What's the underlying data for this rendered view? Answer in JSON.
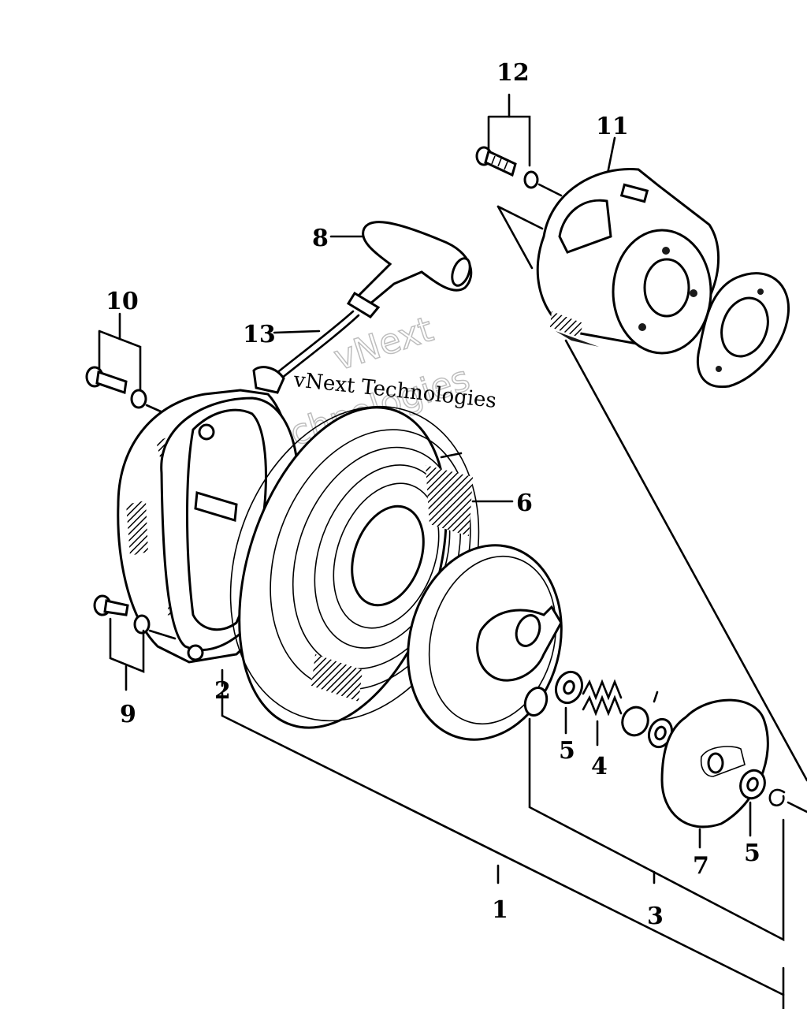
{
  "labels": {
    "l1": "1",
    "l2": "2",
    "l3": "3",
    "l4": "4",
    "l5a": "5",
    "l5b": "5",
    "l6": "6",
    "l7": "7",
    "l8": "8",
    "l9": "9",
    "l10": "10",
    "l11": "11",
    "l12": "12",
    "l13": "13"
  },
  "watermark": {
    "text": "vNext Technologies",
    "big_top": "vNext",
    "big_bottom": "Technologies"
  }
}
